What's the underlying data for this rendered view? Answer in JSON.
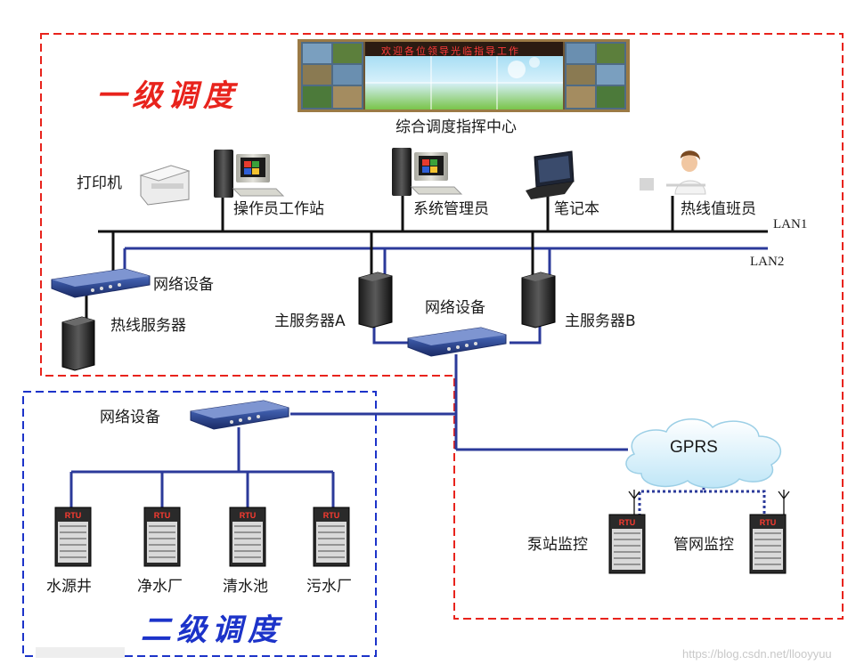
{
  "regions": {
    "level1": {
      "title": "一级调度",
      "color": "#e8231c"
    },
    "level2": {
      "title": "二级调度",
      "color": "#1c33c9"
    }
  },
  "video_wall": {
    "banner": "欢迎各位领导光临指导工作",
    "label": "综合调度指挥中心"
  },
  "networks": {
    "lan1": "LAN1",
    "lan2": "LAN2"
  },
  "nodes": {
    "printer": "打印机",
    "operator_ws": "操作员工作站",
    "sys_admin": "系统管理员",
    "laptop": "笔记本",
    "hotline_operator": "热线值班员",
    "net_device_left": "网络设备",
    "hotline_server": "热线服务器",
    "server_a": "主服务器A",
    "net_device_center": "网络设备",
    "server_b": "主服务器B",
    "net_device_level2": "网络设备",
    "gprs": "GPRS",
    "pump_station": "泵站监控",
    "pipe_network": "管网监控",
    "water_source": "水源井",
    "water_plant": "净水厂",
    "clear_pool": "清水池",
    "sewage_plant": "污水厂"
  },
  "rtu_label": "RTU",
  "watermark": "https://blog.csdn.net/llooyyuu",
  "colors": {
    "lan1": "#111111",
    "lan2": "#2b3a9a",
    "link": "#2b3a9a",
    "gprs_link": "#2b3a9a"
  }
}
